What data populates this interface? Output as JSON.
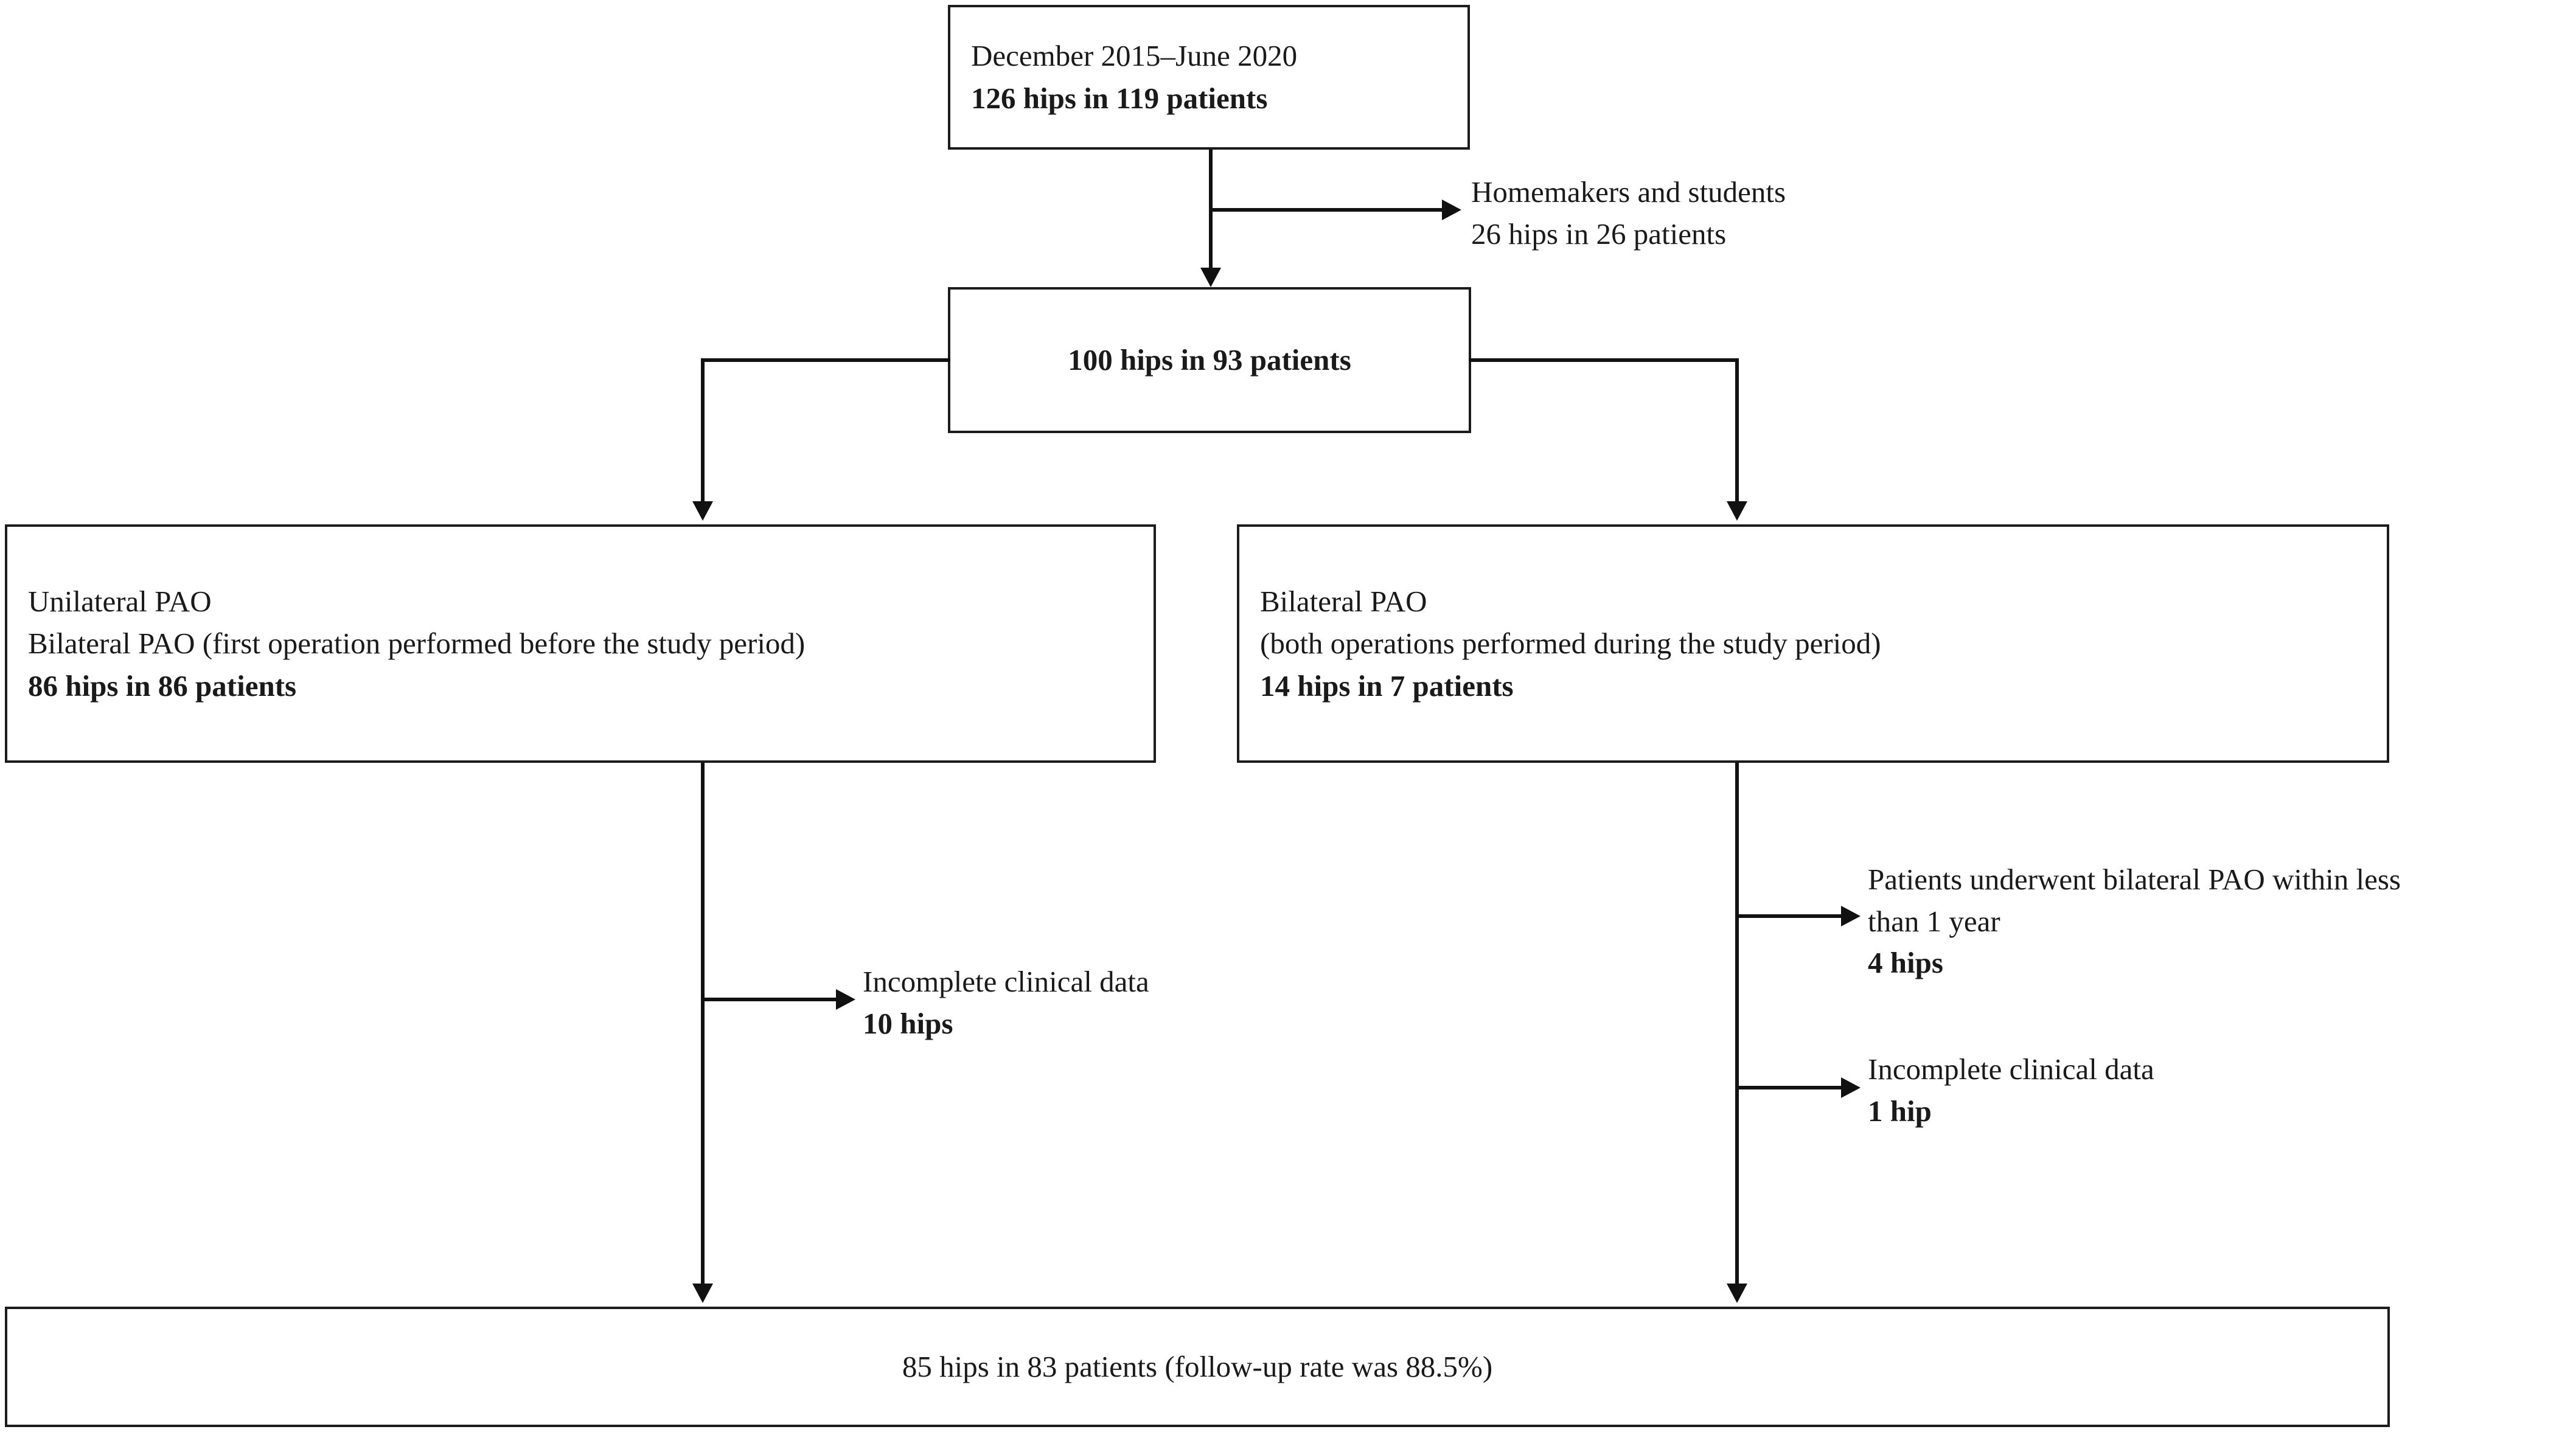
{
  "diagram": {
    "title": "Patient selection flow diagram",
    "line_color": "#111111",
    "box_border_color": "#1c1c1c",
    "background": "#ffffff"
  },
  "boxes": {
    "enrollment": {
      "name": "enrollment-box",
      "line1": "December 2015–June 2020",
      "line2": "126 hips in 119 patients"
    },
    "eligible": {
      "name": "eligible-box",
      "line1": "100 hips in 93 patients"
    },
    "unilateral": {
      "name": "unilateral-pao-box",
      "line1": "Unilateral PAO",
      "line2": "Bilateral PAO (first operation performed before the study period)",
      "line3": "86 hips in 86 patients"
    },
    "bilateral": {
      "name": "bilateral-pao-box",
      "line1": "Bilateral PAO",
      "line2": "(both operations performed during the study period)",
      "line3": "14 hips in 7 patients"
    },
    "final": {
      "name": "final-cohort-box",
      "bold_part": "85 hips in 83 patients",
      "plain_part": " (follow-up rate was 88.5%)"
    }
  },
  "exclusions": {
    "occupation": {
      "name": "exclusion-homemakers-students",
      "reason": "Homemakers and students",
      "count": "26 hips in 26 patients"
    },
    "unilateral_incomplete": {
      "name": "exclusion-incomplete-data-unilateral",
      "reason": "Incomplete clinical data",
      "count": "10 hips"
    },
    "bilateral_within_year": {
      "name": "exclusion-bilateral-within-one-year",
      "reason_line1": "Patients underwent bilateral PAO within less",
      "reason_line2": "than 1 year",
      "count": "4 hips"
    },
    "bilateral_incomplete": {
      "name": "exclusion-incomplete-data-bilateral",
      "reason": "Incomplete clinical data",
      "count": "1 hip"
    }
  }
}
